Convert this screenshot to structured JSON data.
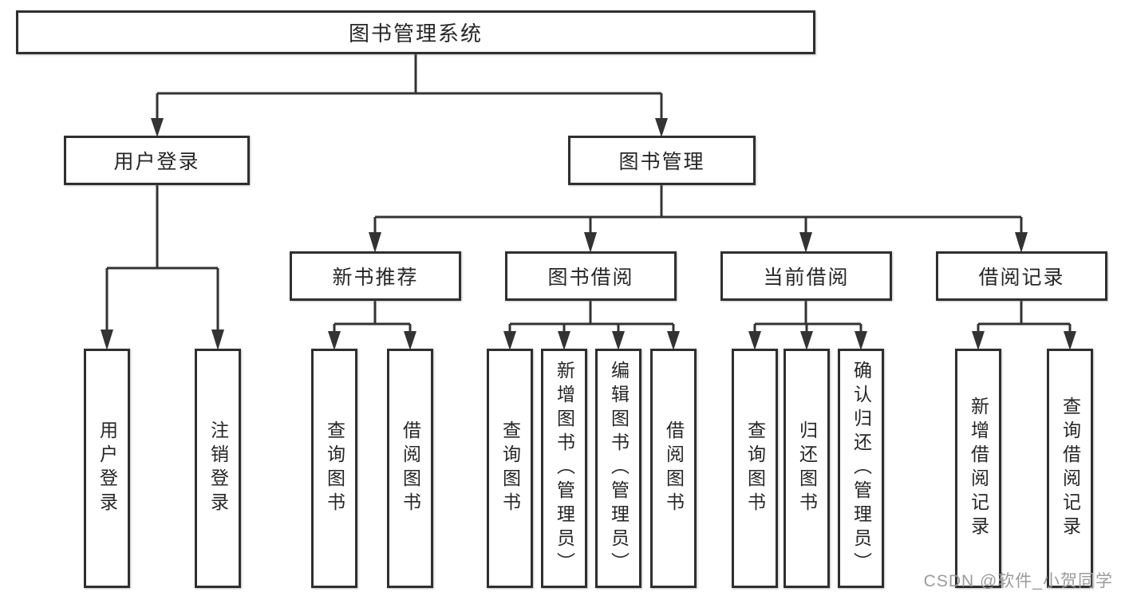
{
  "diagram": {
    "title": "图书管理系统",
    "branches": [
      {
        "label": "用户登录",
        "children": [
          "用户登录",
          "注销登录"
        ]
      },
      {
        "label": "图书管理",
        "modules": [
          {
            "label": "新书推荐",
            "children": [
              "查询图书",
              "借阅图书"
            ]
          },
          {
            "label": "图书借阅",
            "children": [
              "查询图书",
              "新增图书（管理员）",
              "编辑图书（管理员）",
              "借阅图书"
            ]
          },
          {
            "label": "当前借阅",
            "children": [
              "查询图书",
              "归还图书",
              "确认归还（管理员）"
            ]
          },
          {
            "label": "借阅记录",
            "children": [
              "新增借阅记录",
              "查询借阅记录"
            ]
          }
        ]
      }
    ]
  },
  "watermark": "CSDN @软件_小贺同学",
  "colors": {
    "line": "#333333",
    "border": "#2f2f2f",
    "text": "#262626",
    "watermark": "#9b9b9b",
    "background": "#ffffff"
  }
}
